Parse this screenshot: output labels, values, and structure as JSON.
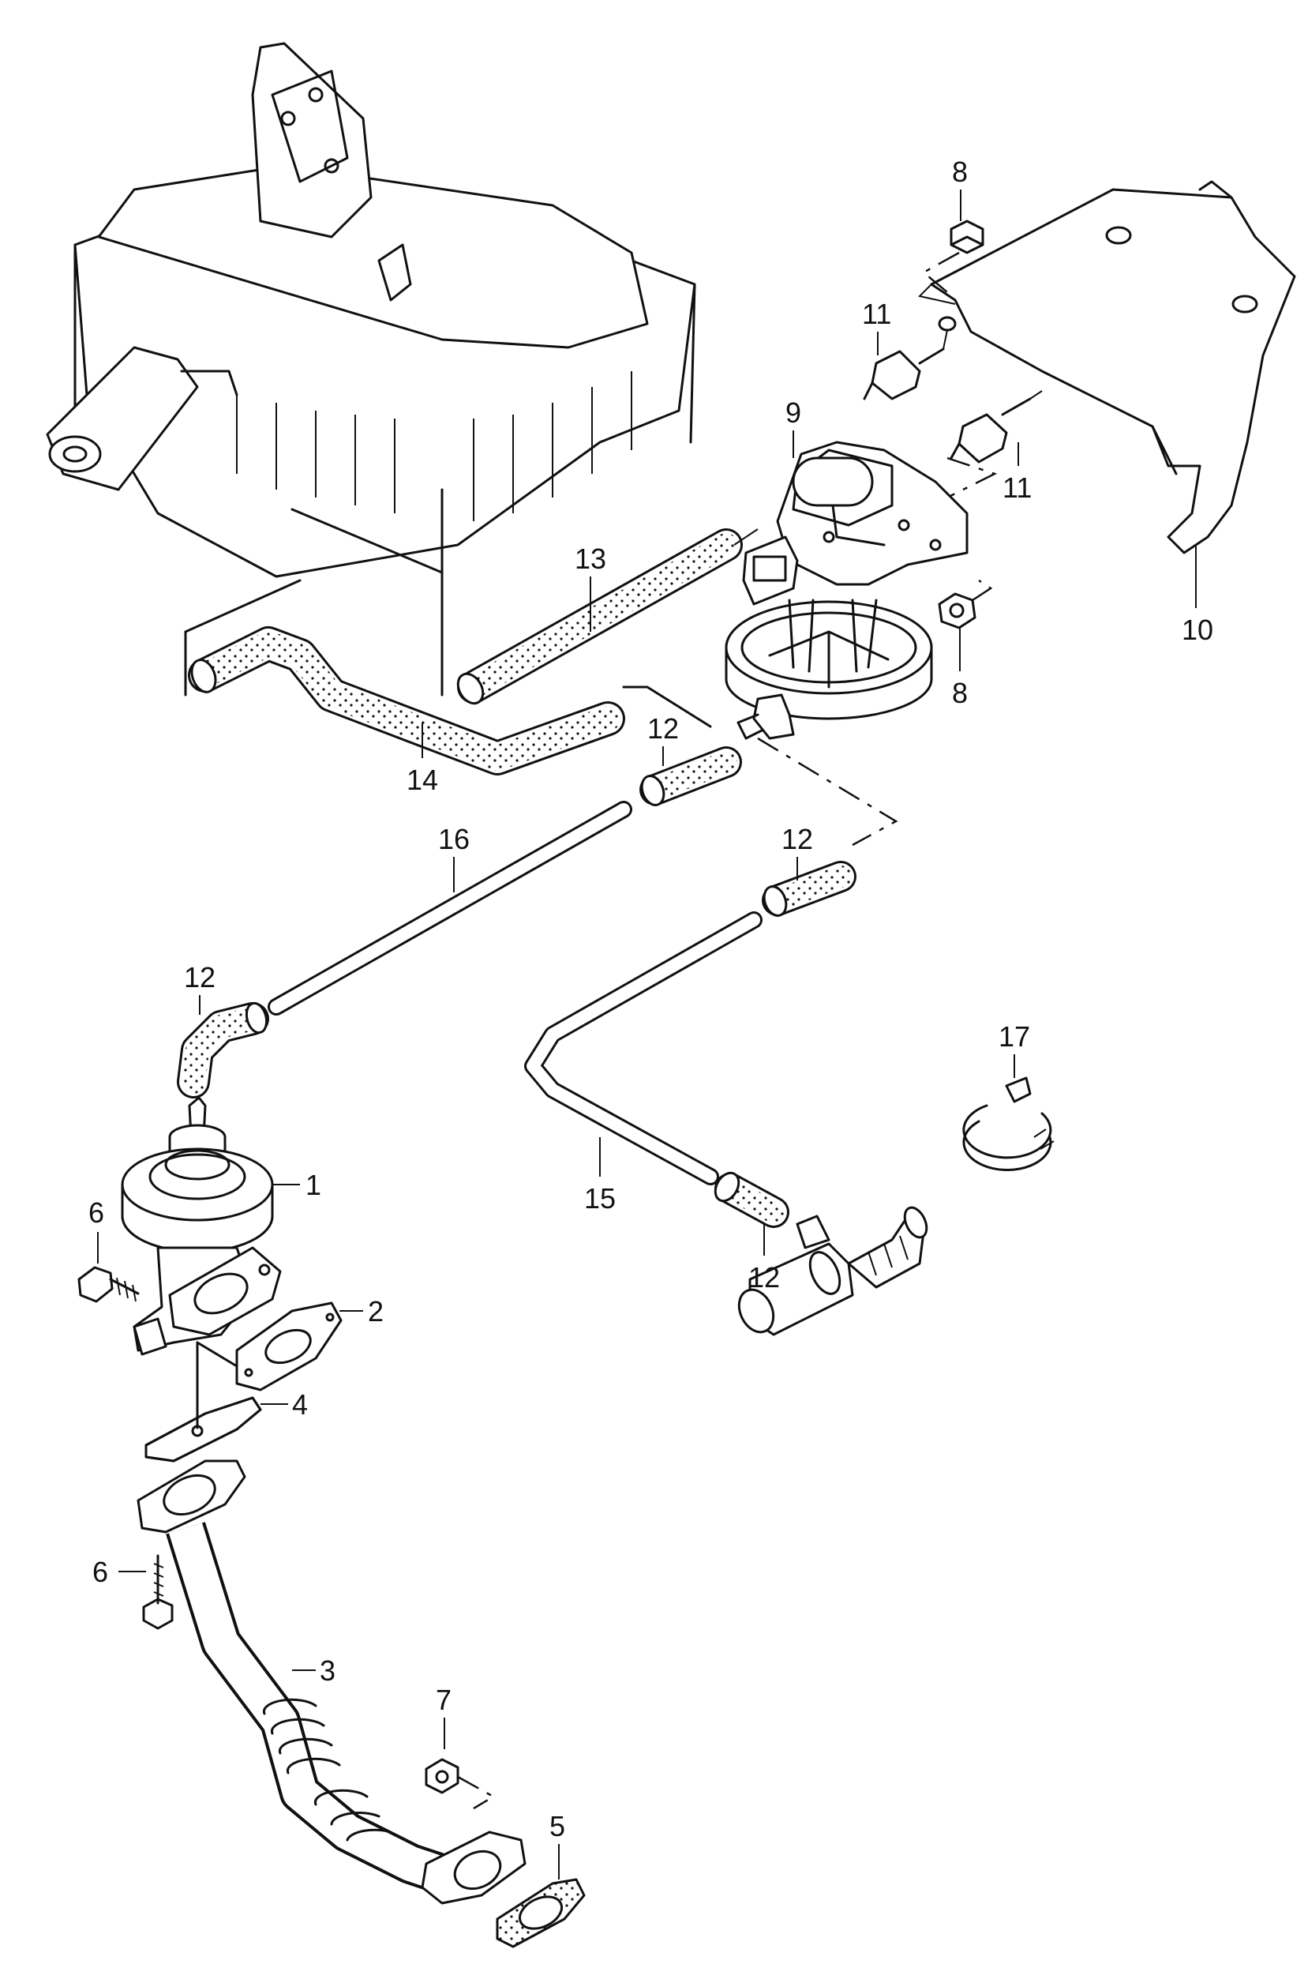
{
  "labels": {
    "p1": "1",
    "p2": "2",
    "p3": "3",
    "p4": "4",
    "p5": "5",
    "p6a": "6",
    "p6b": "6",
    "p7": "7",
    "p8a": "8",
    "p8b": "8",
    "p9": "9",
    "p10": "10",
    "p11a": "11",
    "p11b": "11",
    "p12a": "12",
    "p12b": "12",
    "p12c": "12",
    "p12d": "12",
    "p13": "13",
    "p14": "14",
    "p15": "15",
    "p16": "16",
    "p17": "17"
  }
}
